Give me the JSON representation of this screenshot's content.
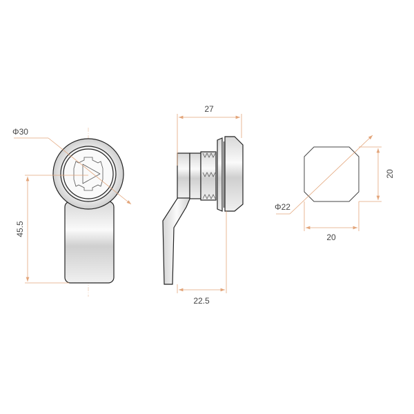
{
  "front_view": {
    "diameter_label": "Φ30",
    "height_label": "45.5"
  },
  "side_view": {
    "length_label": "27",
    "cam_length_label": "22.5"
  },
  "cutout_view": {
    "diameter_label": "Φ22",
    "width_label": "20",
    "height_label": "20"
  },
  "colors": {
    "dimension": "#e3a57a",
    "outline": "#222222",
    "metal_light": "#f4f4f4",
    "metal_mid": "#d2d2d2"
  }
}
